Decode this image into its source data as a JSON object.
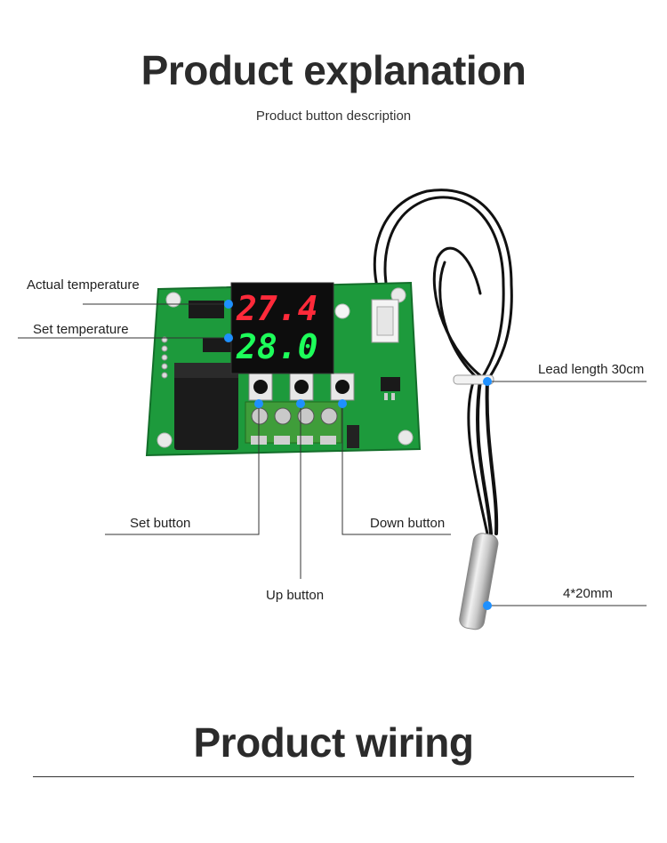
{
  "header": {
    "title": "Product explanation",
    "subtitle": "Product button description"
  },
  "board": {
    "display_top": "27.4",
    "display_bottom": "28.0",
    "pcb_color": "#1d9a3c",
    "display_top_color": "#ff2a3a",
    "display_bottom_color": "#1dff5a",
    "marker_color": "#1e90ff"
  },
  "labels": {
    "actual_temperature": "Actual temperature",
    "set_temperature": "Set temperature",
    "lead_length": "Lead length 30cm",
    "set_button": "Set button",
    "down_button": "Down button",
    "up_button": "Up button",
    "probe_size": "4*20mm"
  },
  "footer": {
    "title": "Product wiring"
  }
}
